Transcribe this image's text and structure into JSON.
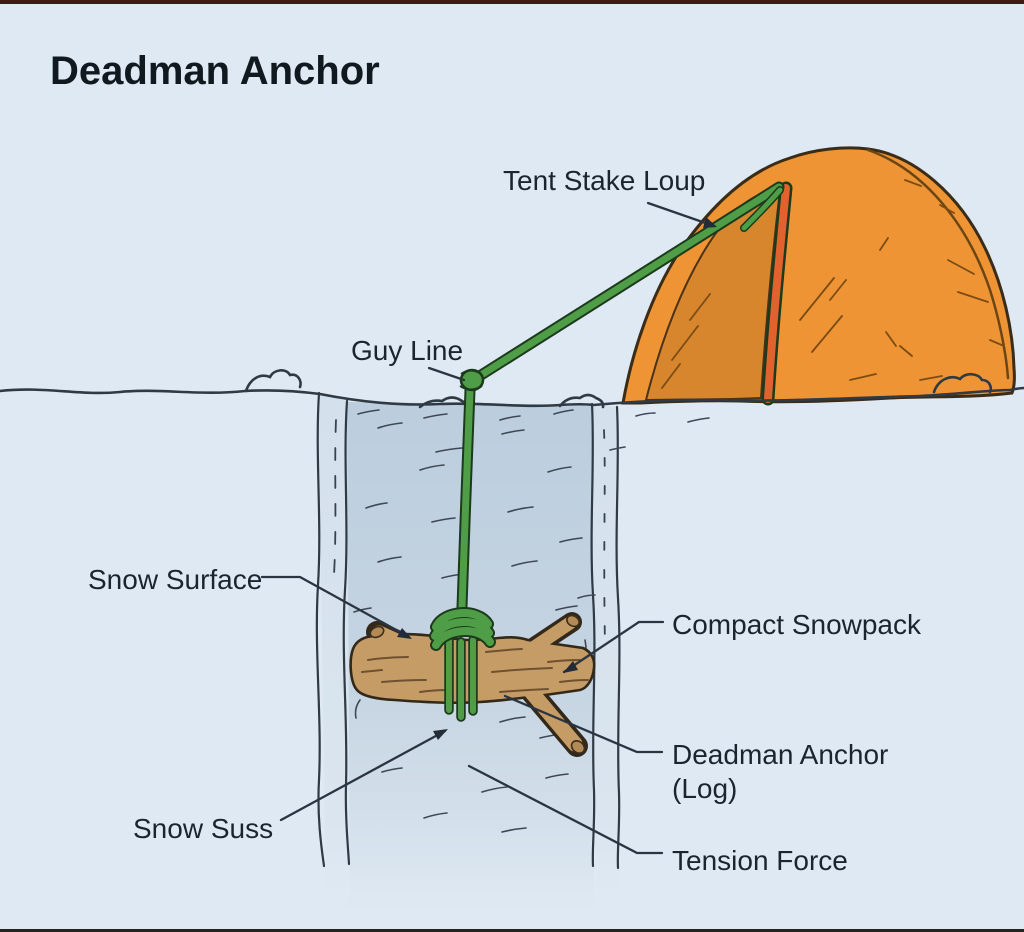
{
  "title": "Deadman Anchor",
  "labels": {
    "tent_stake_loop": "Tent Stake Loup",
    "guy_line": "Guy Line",
    "snow_surface": "Snow Surface",
    "compact_snowpack": "Compact Snowpack",
    "deadman_anchor_line1": "Deadman Anchor",
    "deadman_anchor_line2": "(Log)",
    "snow_suss": "Snow Suss",
    "tension_force": "Tension Force"
  },
  "colors": {
    "background": "#dfe9f3",
    "pit_fill_top": "#bccede",
    "pit_wall": "#d4e0ec",
    "snow_outline": "#2f3a45",
    "log_fill": "#c59c66",
    "log_cut_face": "#b38a55",
    "log_grain": "#6e512f",
    "log_outline": "#32291a",
    "rope_green": "#4f9e47",
    "rope_outline": "#1c3a1c",
    "tent_fabric": "#ef9434",
    "tent_door": "#d8862e",
    "tent_pole": "#e0622d",
    "tent_outline": "#3a2c16",
    "leader_line": "#2b3541",
    "label_text": "#1b2530",
    "title_text": "#101820",
    "border_top": "#3f1a12",
    "border_bottom": "#26221e"
  }
}
